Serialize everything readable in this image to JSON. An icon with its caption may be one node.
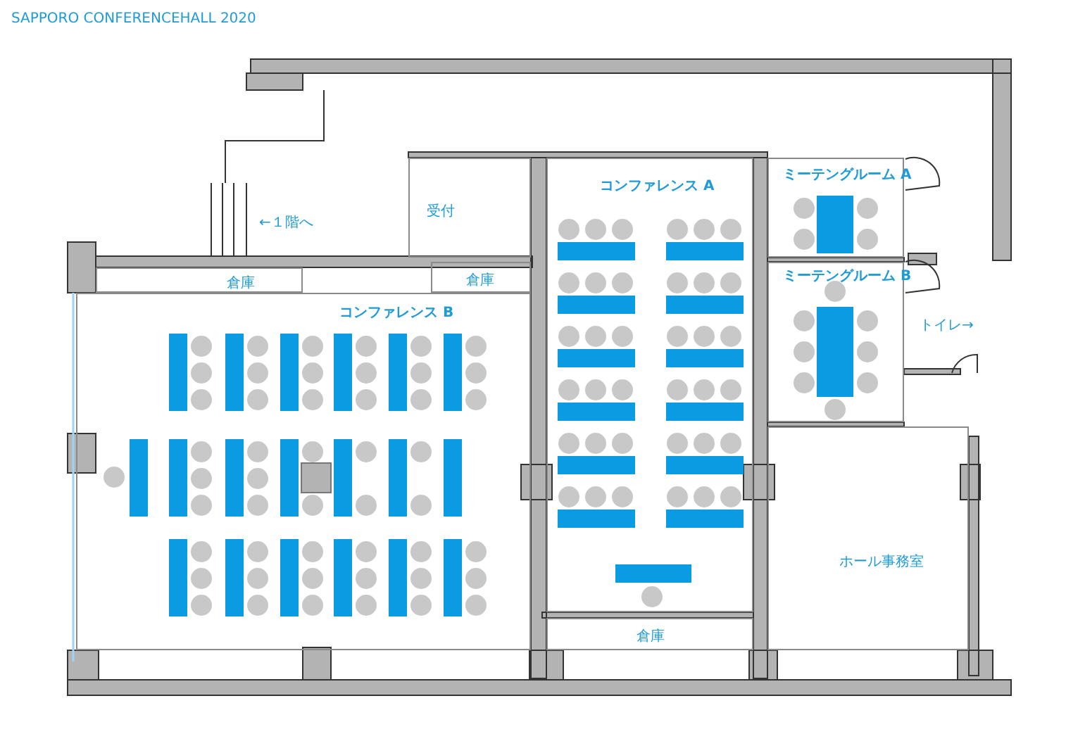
{
  "diagram": {
    "title": "SAPPORO CONFERENCEHALL 2020",
    "nodes": [
      {
        "text": [
          "受付"
        ]
      },
      {
        "text": [
          "倉庫"
        ]
      },
      {
        "text": [
          "倉庫"
        ]
      },
      {
        "text": [
          "コンファレンス B"
        ]
      },
      {
        "text": [
          "コンファレンス A"
        ]
      },
      {
        "text": [
          "ミーテングルーム A"
        ]
      },
      {
        "text": [
          "ミーテングルーム B"
        ]
      },
      {
        "text": [
          "ホール事務室"
        ]
      },
      {
        "text": [
          "倉庫"
        ]
      }
    ],
    "labels": [
      "←１階へ",
      "トイレ→"
    ]
  }
}
